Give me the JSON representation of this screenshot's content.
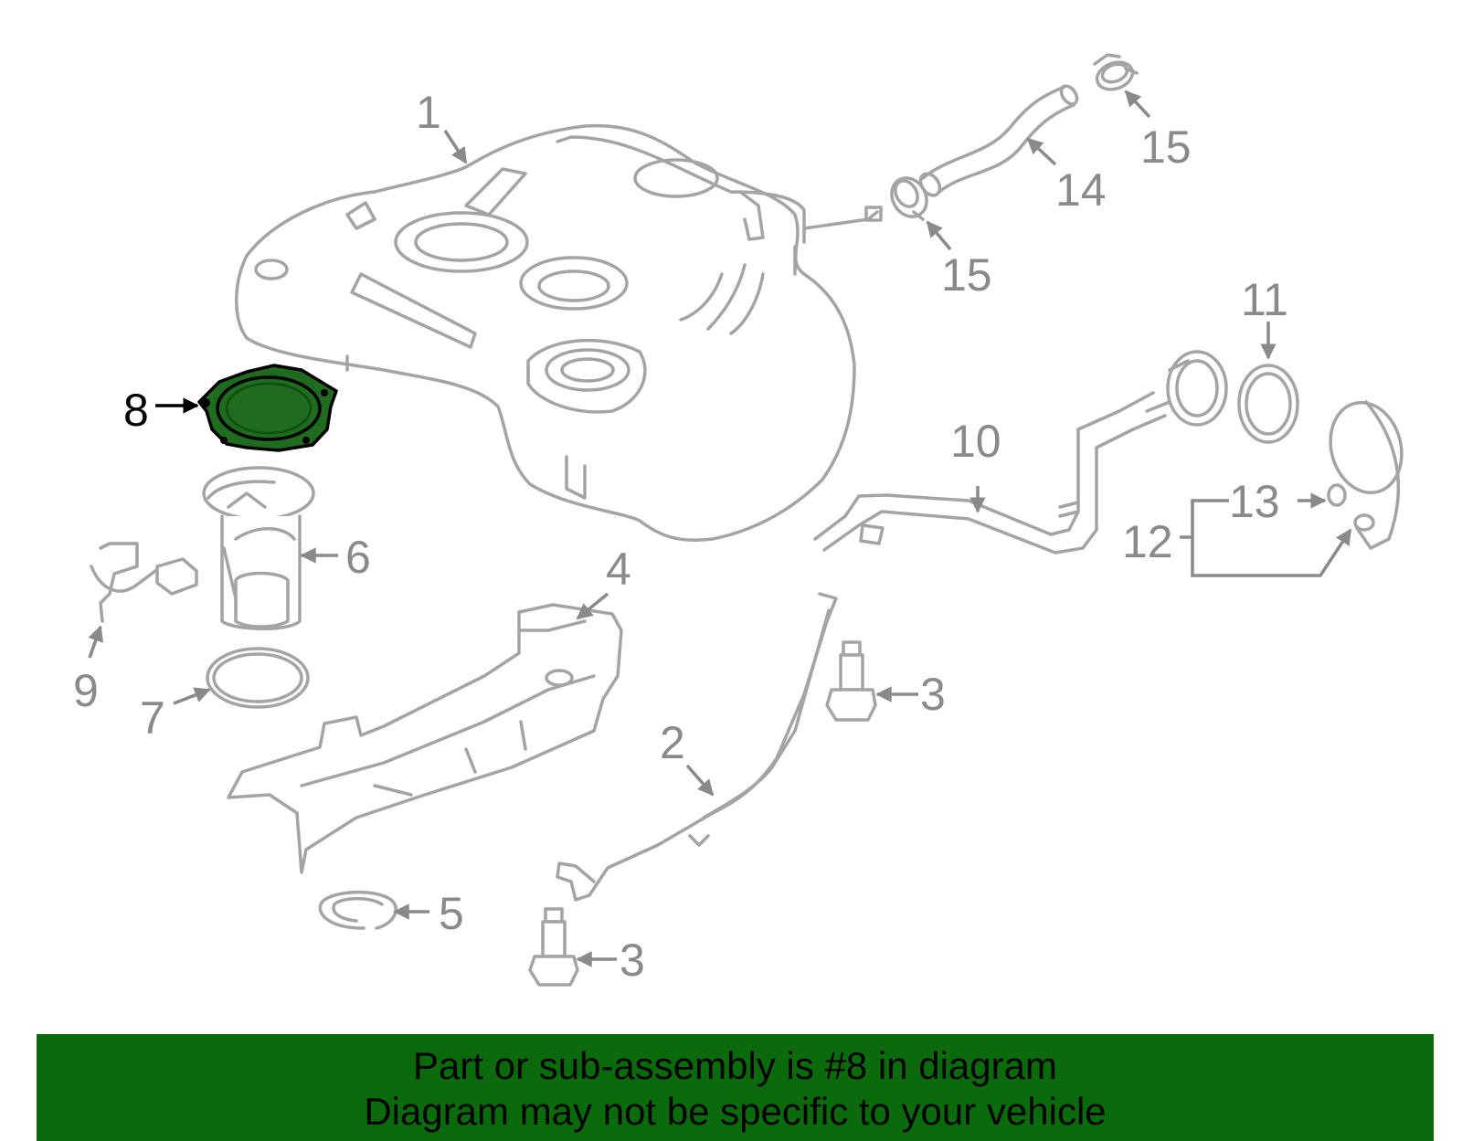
{
  "highlight_color": "#1f6b1f",
  "banner": {
    "background": "#0b6a0b",
    "line1": "Part or sub-assembly is #8 in diagram",
    "line2": "Diagram may not be specific to your vehicle"
  },
  "callouts": {
    "c1": "1",
    "c2": "2",
    "c3a": "3",
    "c3b": "3",
    "c4": "4",
    "c5": "5",
    "c6": "6",
    "c7": "7",
    "c8": "8",
    "c9": "9",
    "c10": "10",
    "c11": "11",
    "c12": "12",
    "c13": "13",
    "c14": "14",
    "c15a": "15",
    "c15b": "15"
  }
}
